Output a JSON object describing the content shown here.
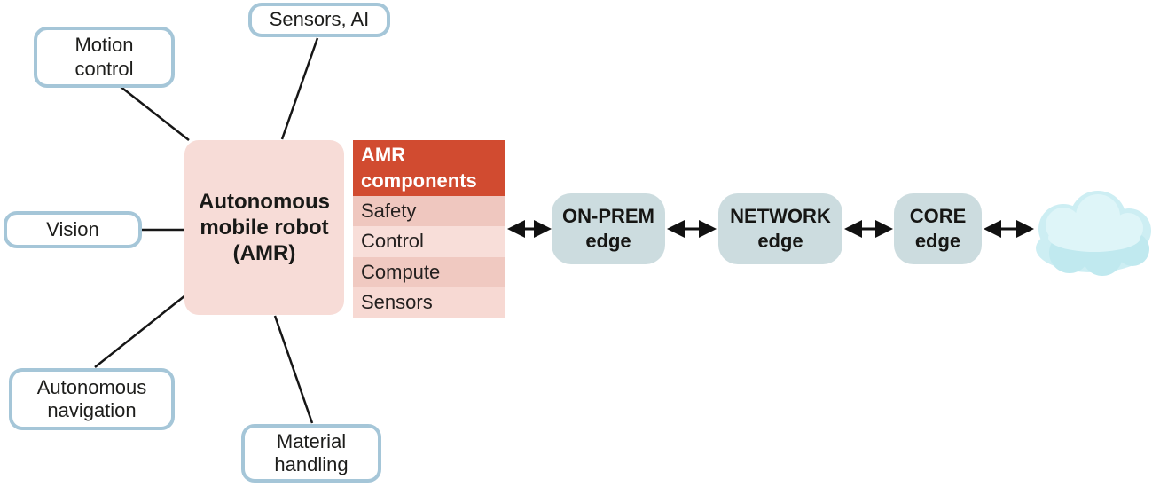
{
  "title": "AMR to cloud edge-computing diagram",
  "center_box": {
    "label": "Autonomous\nmobile robot\n(AMR)"
  },
  "satellites": [
    {
      "id": "motion-control",
      "label": "Motion\ncontrol"
    },
    {
      "id": "sensors-ai",
      "label": "Sensors, AI"
    },
    {
      "id": "vision",
      "label": "Vision"
    },
    {
      "id": "autonomous-navigation",
      "label": "Autonomous\nnavigation"
    },
    {
      "id": "material-handling",
      "label": "Material\nhandling"
    }
  ],
  "components_table": {
    "header": "AMR\ncomponents",
    "rows": [
      "Safety",
      "Control",
      "Compute",
      "Sensors"
    ]
  },
  "edge_nodes": [
    {
      "label": "ON-PREM\nedge"
    },
    {
      "label": "NETWORK\nedge"
    },
    {
      "label": "CORE\nedge"
    }
  ],
  "icons": {
    "cloud": "cloud-icon",
    "link_arrows": "bidirectional-arrow-icon"
  },
  "colors": {
    "table_header_bg": "#d14b30",
    "table_row_dark": "#efc7bf",
    "table_row_light": "#f8ded9",
    "center_box_bg": "#f7dcd7",
    "edge_node_bg": "#ccdcdf",
    "satellite_border": "#a5c6d8",
    "cloud_fill": "#cdeef3",
    "line_color": "#161616"
  }
}
